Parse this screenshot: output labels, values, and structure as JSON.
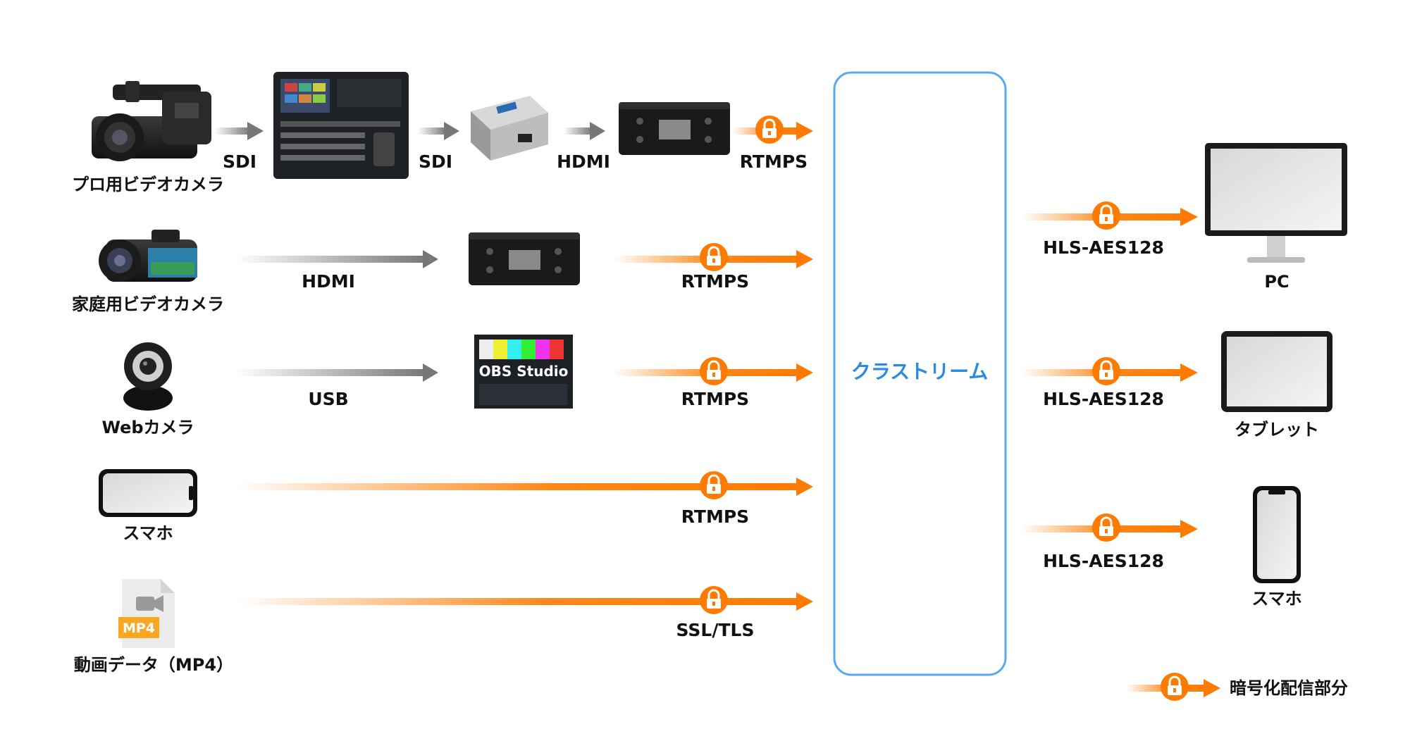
{
  "center": {
    "label": "クラストリーム"
  },
  "sources": [
    {
      "label": "プロ用ビデオカメラ"
    },
    {
      "label": "家庭用ビデオカメラ"
    },
    {
      "label": "Webカメラ"
    },
    {
      "label": "スマホ"
    },
    {
      "label": "動画データ（MP4）"
    }
  ],
  "row1": {
    "link1": "SDI",
    "link2": "SDI",
    "link3": "HDMI",
    "link4": "RTMPS"
  },
  "row2": {
    "link1": "HDMI",
    "link2": "RTMPS"
  },
  "row3": {
    "link1": "USB",
    "link2": "RTMPS",
    "software": "OBS Studio"
  },
  "row4": {
    "link1": "RTMPS"
  },
  "row5": {
    "link1": "SSL/TLS",
    "file_badge": "MP4"
  },
  "outputs": [
    {
      "protocol": "HLS-AES128",
      "label": "PC"
    },
    {
      "protocol": "HLS-AES128",
      "label": "タブレット"
    },
    {
      "protocol": "HLS-AES128",
      "label": "スマホ"
    }
  ],
  "legend": {
    "label": "暗号化配信部分"
  },
  "colors": {
    "encrypted_arrow": "#ff7a00",
    "cloud_border": "#5aa9ee",
    "cloud_text": "#2a8be0",
    "plain_arrow": "#777777"
  },
  "icons": [
    "pro-camcorder-icon",
    "video-switcher-icon",
    "sdi-hdmi-converter-icon",
    "encoder-box-icon",
    "home-camcorder-icon",
    "webcam-icon",
    "smartphone-icon",
    "mp4-file-icon",
    "monitor-icon",
    "tablet-icon",
    "lock-icon"
  ]
}
